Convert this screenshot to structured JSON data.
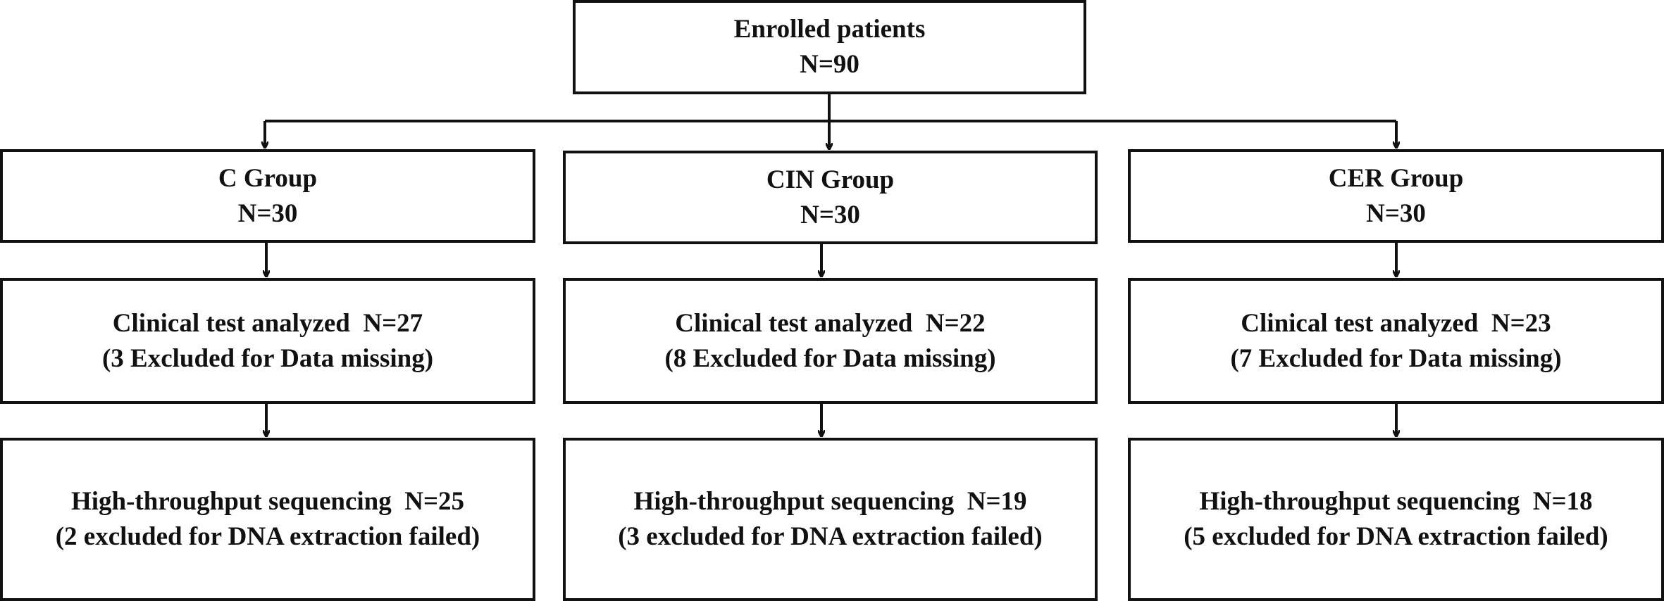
{
  "flowchart": {
    "root": {
      "title": "Enrolled patients",
      "count": "N=90"
    },
    "groups": [
      {
        "group": {
          "title": "C Group",
          "count": "N=30"
        },
        "clinical": {
          "line1": "Clinical test analyzed  N=27",
          "line2": "(3 Excluded for Data missing)"
        },
        "sequencing": {
          "line1": "High-throughput sequencing  N=25",
          "line2": "(2 excluded for DNA extraction failed)"
        }
      },
      {
        "group": {
          "title": "CIN Group",
          "count": "N=30"
        },
        "clinical": {
          "line1": "Clinical test analyzed  N=22",
          "line2": "(8 Excluded for Data missing)"
        },
        "sequencing": {
          "line1": "High-throughput sequencing  N=19",
          "line2": "(3 excluded for DNA extraction failed)"
        }
      },
      {
        "group": {
          "title": "CER Group",
          "count": "N=30"
        },
        "clinical": {
          "line1": "Clinical test analyzed  N=23",
          "line2": "(7 Excluded for Data missing)"
        },
        "sequencing": {
          "line1": "High-throughput sequencing  N=18",
          "line2": "(5 excluded for DNA extraction failed)"
        }
      }
    ]
  }
}
